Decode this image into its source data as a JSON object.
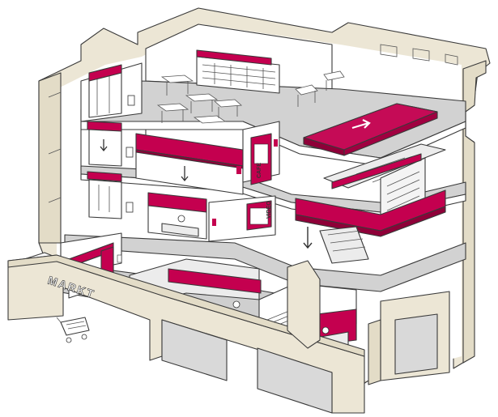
{
  "labels": {
    "markt": "MARKT",
    "cafe": "CAFE",
    "video": "VIDEO"
  },
  "colors": {
    "accent": "#c4004f",
    "accent_dark": "#8e0038",
    "shell": "#ece6d5",
    "shell_dark": "#d9d1bb",
    "floor": "#cfcfcf",
    "floor_dark": "#b9b9b9",
    "wall": "#ffffff",
    "line": "#3a3a3a"
  },
  "icons": [
    "down-arrow-icon",
    "elevator-icon",
    "escalator-icon",
    "shopping-cart-icon",
    "car-icon",
    "phone-icon"
  ]
}
